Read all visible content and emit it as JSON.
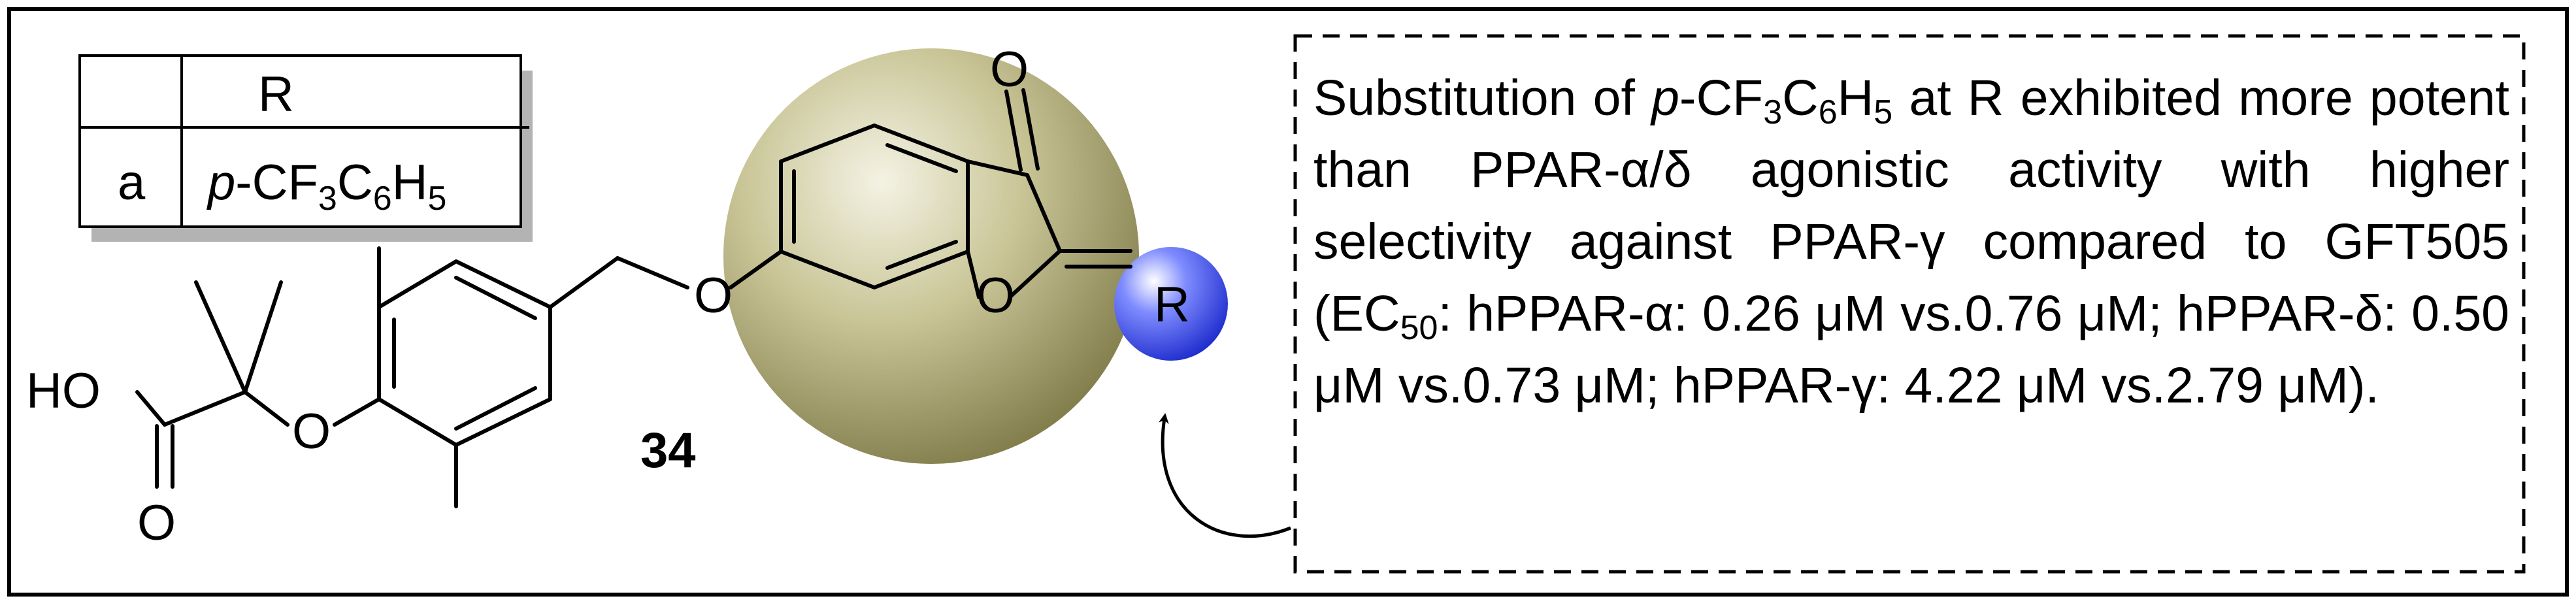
{
  "table": {
    "header_index": "",
    "header_r": "R",
    "row_label": "a",
    "row_value_prefix": "p",
    "row_value_rest": "-CF",
    "row_sub1": "3",
    "row_mid": "C",
    "row_sub2": "6",
    "row_mid2": "H",
    "row_sub3": "5"
  },
  "structure": {
    "compound_number": "34",
    "atoms": {
      "carbonyl_o": "O",
      "furan_o": "O",
      "ether_o": "O",
      "ester_o": "O",
      "acid_ho": "HO",
      "acid_o": "O",
      "r_group": "R"
    }
  },
  "note": {
    "l1_a": "Substitution of ",
    "l1_it": "p",
    "l1_b": "-CF",
    "l1_s1": "3",
    "l1_c": "C",
    "l1_s2": "6",
    "l1_d": "H",
    "l1_s3": "5",
    "l1_e": " at R exhibited more potent than PPAR-α/δ agonistic activity with higher selectivity against PPAR-γ compared to GFT505 (EC",
    "l1_s4": "50",
    "l1_f": ": hPPAR-α: 0.26 μM vs.0.76 μM; hPPAR-δ: 0.50 μM vs.0.73 μM; hPPAR-γ: 4.22 μM vs.2.79 μM)."
  },
  "colors": {
    "scaffold_sphere": "#8f8a55",
    "r_sphere": "#1f2fe0",
    "table_shadow": "#b3b3b3",
    "stroke": "#000000"
  }
}
